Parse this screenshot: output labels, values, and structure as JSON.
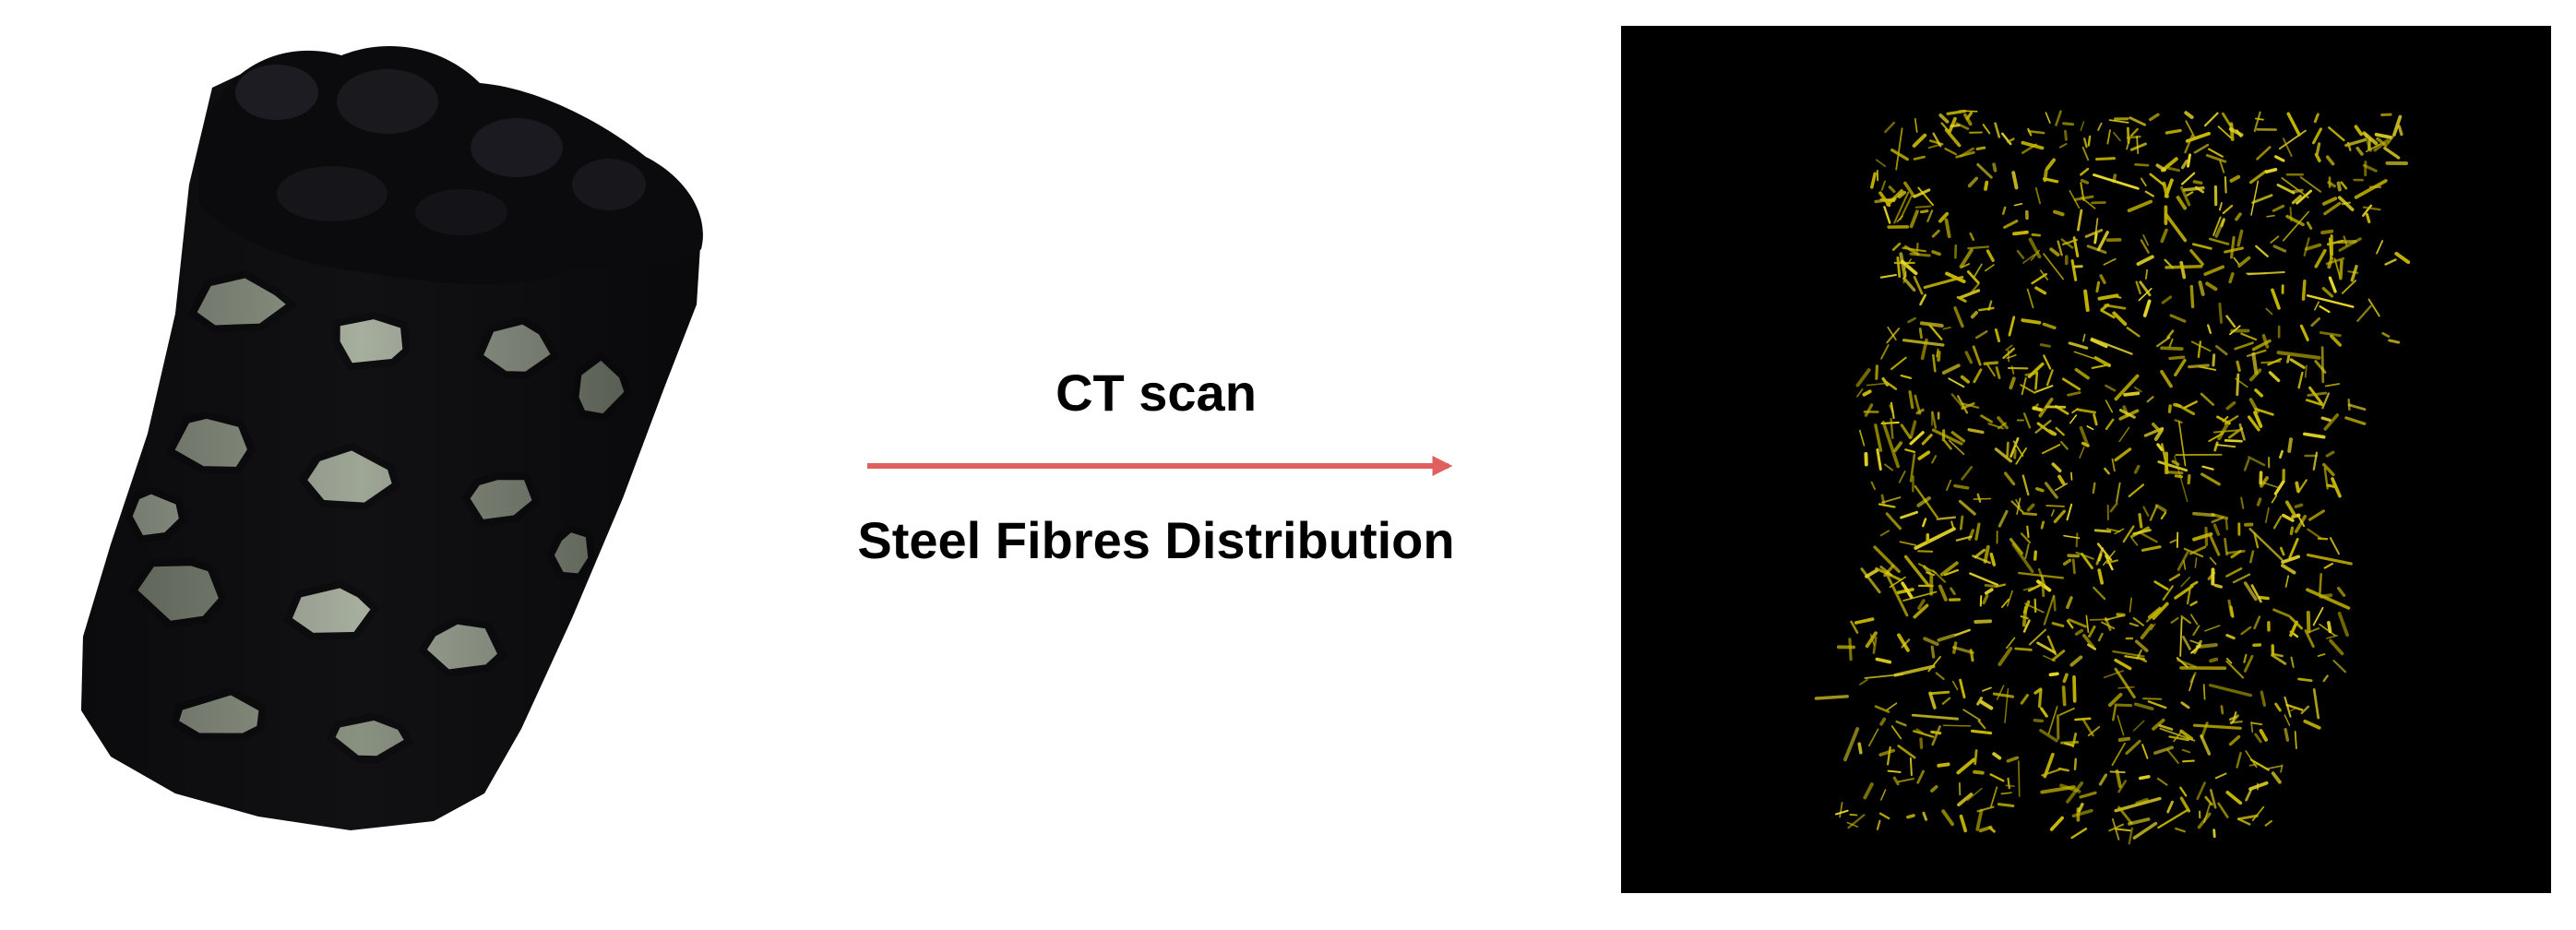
{
  "diagram": {
    "process_label": "CT scan",
    "result_label": "Steel Fibres Distribution",
    "colors": {
      "background": "#ffffff",
      "arrow": "#e06060",
      "ct_background": "#000000",
      "fibre": "#c8b800",
      "fibre_bright": "#e6d62a",
      "asphalt_binder": "#111114",
      "aggregate": "#9aa090"
    },
    "nodes": [
      {
        "id": "asphalt-core-specimen",
        "icon": "asphalt-core-photo"
      },
      {
        "id": "ct-fibre-reconstruction",
        "icon": "ct-scan-image"
      }
    ],
    "edges": [
      {
        "from": "asphalt-core-specimen",
        "to": "ct-fibre-reconstruction",
        "label": "CT scan"
      }
    ]
  }
}
